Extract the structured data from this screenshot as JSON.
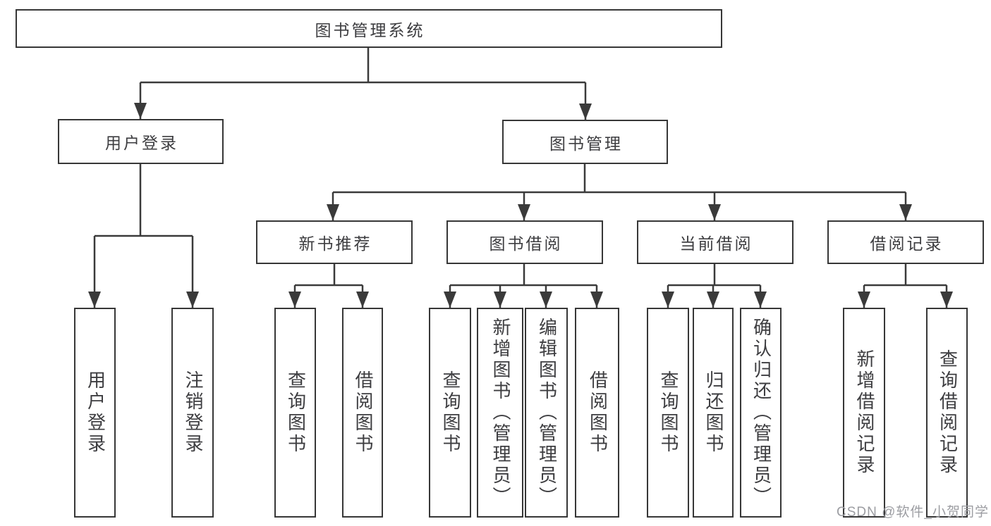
{
  "diagram": {
    "root": {
      "label": "图书管理系统"
    },
    "branches": [
      {
        "label": "用户登录",
        "children": [
          {
            "label": "用户登录"
          },
          {
            "label": "注销登录"
          }
        ]
      },
      {
        "label": "图书管理",
        "children": [
          {
            "label": "新书推荐",
            "children": [
              {
                "label": "查询图书"
              },
              {
                "label": "借阅图书"
              }
            ]
          },
          {
            "label": "图书借阅",
            "children": [
              {
                "label": "查询图书"
              },
              {
                "label": "新增图书（管理员）"
              },
              {
                "label": "编辑图书（管理员）"
              },
              {
                "label": "借阅图书"
              }
            ]
          },
          {
            "label": "当前借阅",
            "children": [
              {
                "label": "查询图书"
              },
              {
                "label": "归还图书"
              },
              {
                "label": "确认归还（管理员）"
              }
            ]
          },
          {
            "label": "借阅记录",
            "children": [
              {
                "label": "新增借阅记录"
              },
              {
                "label": "查询借阅记录"
              }
            ]
          }
        ]
      }
    ]
  },
  "watermark": {
    "text": "CSDN @软件_小贺同学",
    "color": "#9c9da2"
  },
  "colors": {
    "line": "#3a3a3a",
    "box_border": "#373737",
    "text": "#3d3d40",
    "background": "#ffffff"
  }
}
